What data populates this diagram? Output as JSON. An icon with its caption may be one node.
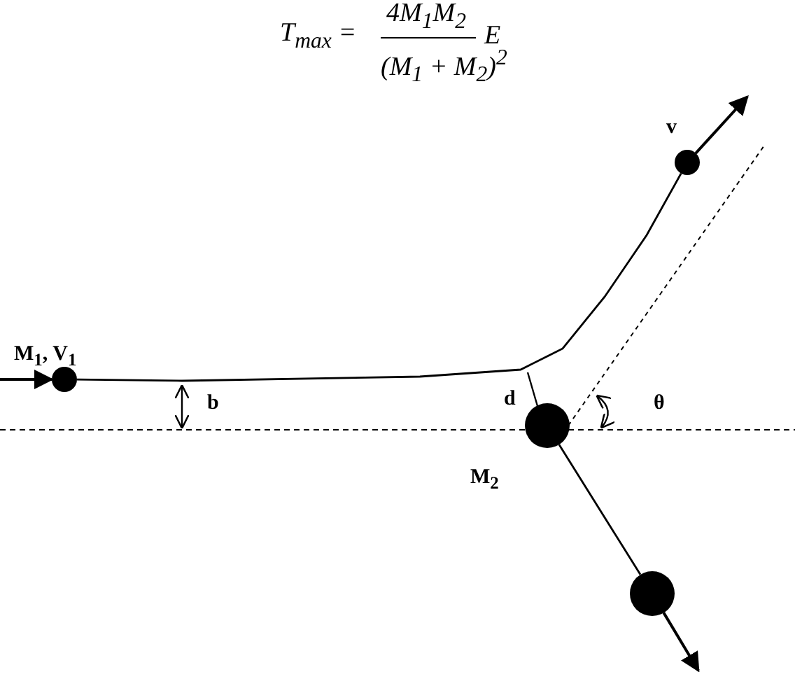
{
  "diagram": {
    "nodes": [
      {
        "text": [],
        "shape": "circle",
        "beside": [
          "M$_{1}$, V$_{1}$"
        ]
      },
      {
        "text": [],
        "shape": "circle",
        "beside": [
          "v"
        ]
      },
      {
        "text": [],
        "shape": "circle",
        "beside": [
          "M$_{2}$"
        ]
      },
      {
        "text": [],
        "shape": "circle"
      }
    ],
    "edges": [
      {
        "from": null,
        "to": 0,
        "arrow": "to"
      },
      {
        "from": 0,
        "to": 1,
        "arrow": "none"
      },
      {
        "from": 1,
        "to": null,
        "arrow": "to"
      },
      {
        "from": 2,
        "to": 3,
        "arrow": "none"
      },
      {
        "from": 3,
        "to": null,
        "arrow": "to"
      }
    ],
    "labels": [
      "T$_{max}$ =",
      "4M$_{1}$M$_{2}$",
      "(M$_{1}$ + M$_{2}$)$^{2}$",
      "E",
      "b",
      "d",
      "θ"
    ]
  }
}
